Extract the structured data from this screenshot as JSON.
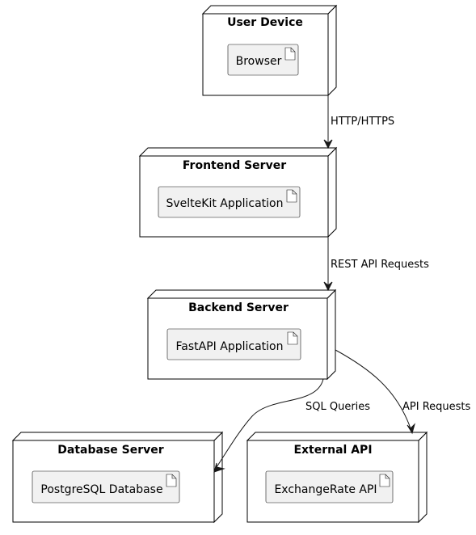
{
  "nodes": {
    "user_device": {
      "title": "User Device",
      "artifact": "Browser"
    },
    "frontend_server": {
      "title": "Frontend Server",
      "artifact": "SvelteKit Application"
    },
    "backend_server": {
      "title": "Backend Server",
      "artifact": "FastAPI Application"
    },
    "database_server": {
      "title": "Database Server",
      "artifact": "PostgreSQL Database"
    },
    "external_api": {
      "title": "External API",
      "artifact": "ExchangeRate API"
    }
  },
  "edges": {
    "device_to_frontend": "HTTP/HTTPS",
    "frontend_to_backend": "REST API Requests",
    "backend_to_database": "SQL Queries",
    "backend_to_external": "API Requests"
  }
}
